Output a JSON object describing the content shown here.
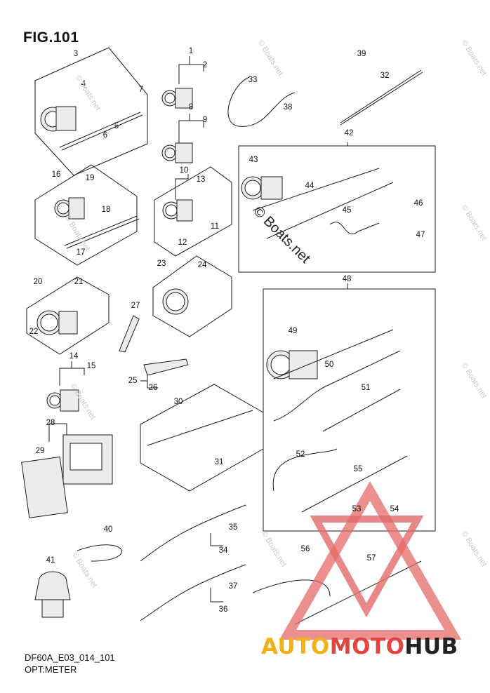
{
  "title": "FIG.101",
  "footer": {
    "code": "DF60A_E03_014_101",
    "name": "OPT:METER"
  },
  "brand": {
    "part1": "AUTO",
    "part2": "MOTO",
    "part3": "HUB"
  },
  "watermark": {
    "small": "© Boats.net",
    "large": "© Boats.net"
  },
  "part_numbers": [
    "1",
    "2",
    "3",
    "4",
    "5",
    "6",
    "7",
    "8",
    "9",
    "10",
    "11",
    "12",
    "13",
    "14",
    "15",
    "16",
    "17",
    "18",
    "19",
    "20",
    "21",
    "22",
    "23",
    "24",
    "25",
    "26",
    "27",
    "28",
    "29",
    "30",
    "31",
    "32",
    "33",
    "34",
    "35",
    "36",
    "37",
    "38",
    "39",
    "40",
    "41",
    "42",
    "43",
    "44",
    "45",
    "46",
    "47",
    "48",
    "49",
    "50",
    "51",
    "52",
    "53",
    "54",
    "55",
    "56",
    "57"
  ],
  "colors": {
    "line": "#1a1a1a",
    "part_fill": "#ececec",
    "brand_yellow": "#f0b21b",
    "brand_red": "#e0453f",
    "brand_dark": "#222222",
    "triangle": "#e46a6a"
  }
}
